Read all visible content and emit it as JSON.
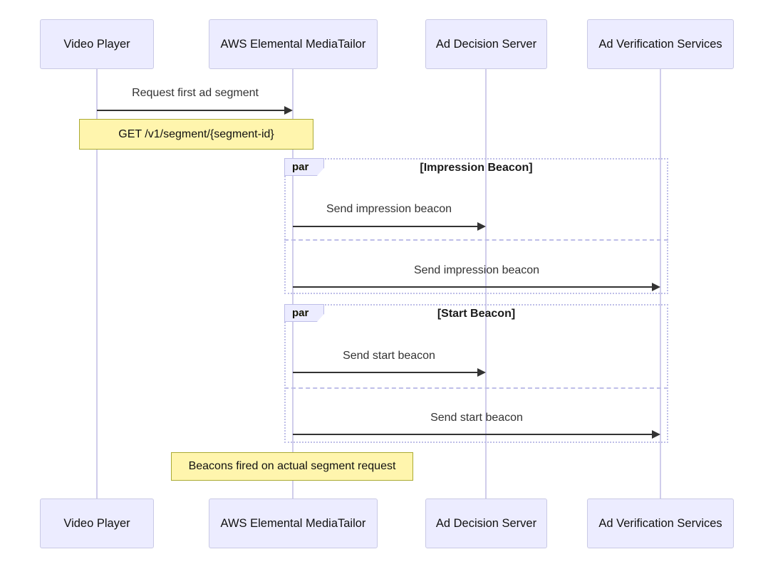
{
  "diagram_type": "sequence-diagram",
  "participants": [
    {
      "name": "Video Player"
    },
    {
      "name": "AWS Elemental MediaTailor"
    },
    {
      "name": "Ad Decision Server"
    },
    {
      "name": "Ad Verification Services"
    }
  ],
  "messages": [
    {
      "from": "Video Player",
      "to": "AWS Elemental MediaTailor",
      "label": "Request first ad segment",
      "arrow": "solid"
    },
    {
      "from": "AWS Elemental MediaTailor",
      "to": "Ad Decision Server",
      "label": "Send impression beacon",
      "arrow": "solid"
    },
    {
      "from": "AWS Elemental MediaTailor",
      "to": "Ad Verification Services",
      "label": "Send impression beacon",
      "arrow": "solid"
    },
    {
      "from": "AWS Elemental MediaTailor",
      "to": "Ad Decision Server",
      "label": "Send start beacon",
      "arrow": "solid"
    },
    {
      "from": "AWS Elemental MediaTailor",
      "to": "Ad Verification Services",
      "label": "Send start beacon",
      "arrow": "solid"
    }
  ],
  "notes": [
    {
      "text": "GET /v1/segment/{segment-id}",
      "over": "Video Player, AWS Elemental MediaTailor"
    },
    {
      "text": "Beacons fired on actual segment request",
      "over": "AWS Elemental MediaTailor"
    }
  ],
  "par_blocks": [
    {
      "keyword": "par",
      "condition": "[Impression Beacon]"
    },
    {
      "keyword": "par",
      "condition": "[Start Beacon]"
    }
  ],
  "colors": {
    "actor_fill": "#ECECFF",
    "actor_border": "#C9C9E5",
    "note_fill": "#FFF5AD",
    "note_border": "#AAAA33",
    "frame_border": "#BEBEE8",
    "lifeline": "#D0CDEB",
    "arrow": "#333333",
    "msg_text": "#333333"
  }
}
